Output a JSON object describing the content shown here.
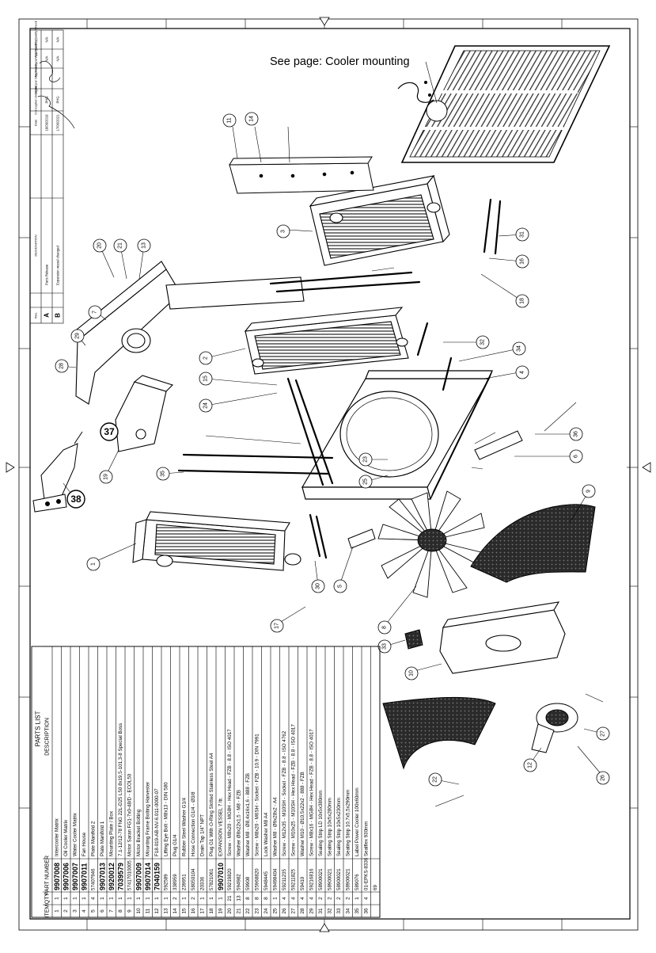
{
  "note_label": "See page: Cooler mounting",
  "colors": {
    "line": "#000000",
    "dark_fill": "#222222",
    "mesh": "#333333",
    "paper": "#ffffff"
  },
  "balloons": [
    "1",
    "2",
    "3",
    "4",
    "5",
    "6",
    "7",
    "8",
    "9",
    "10",
    "11",
    "12",
    "13",
    "14",
    "15",
    "16",
    "17",
    "18",
    "19",
    "20",
    "21",
    "22",
    "23",
    "24",
    "25",
    "26",
    "27",
    "28",
    "29",
    "30",
    "31",
    "32",
    "33",
    "34",
    "35",
    "36",
    "37",
    "38"
  ],
  "revision_block": {
    "headers": [
      "Rev.",
      "DESIGNATION",
      "Date",
      "Conception Designer",
      "Verifié par Checked by",
      "Approuvé par Approved by",
      "Visa Qualité Quality Check"
    ],
    "rows": [
      {
        "rev": "A",
        "designation": "Parts Release",
        "date": "18/09/2019",
        "designer": "PHG",
        "checked": "",
        "approved": "N/A",
        "quality": "N/A"
      },
      {
        "rev": "B",
        "designation": "Expansion vessel changed",
        "date": "17/06/2021",
        "designer": "PHG",
        "checked": "",
        "approved": "N/A",
        "quality": "N/A"
      }
    ]
  },
  "parts_list": {
    "title": "PARTS LIST",
    "headers": [
      "ITEM",
      "QTY",
      "PART NUMBER",
      "DESCRIPTION"
    ],
    "rows": [
      [
        "1",
        "1",
        "9907008",
        "Intercooler Matrix"
      ],
      [
        "2",
        "1",
        "9907006",
        "Oil Cooler Matrix"
      ],
      [
        "3",
        "1",
        "9907007",
        "Water Cooler Matrix"
      ],
      [
        "4",
        "1",
        "9907011",
        "Fan House"
      ],
      [
        "5",
        "4",
        "57407946",
        "Plate Manifold 2"
      ],
      [
        "6",
        "1",
        "9907013",
        "Plate Manifold 1"
      ],
      [
        "7",
        "1",
        "9920012",
        "Mounting Plate / Box"
      ],
      [
        "8",
        "1",
        "7039579",
        "7.1-12/12-78 FNG 22L-D25 L50 8x19,5-101,3-8 Special Boss"
      ],
      [
        "9",
        "1",
        "57417010005",
        "Motor Saran FG1-7x0-48/D - ECOL50"
      ],
      [
        "10",
        "1",
        "9907009",
        "Motor Bracket Bolting"
      ],
      [
        "11",
        "1",
        "9907014",
        "Mounting Frame Bolting Harvester"
      ],
      [
        "12",
        "1",
        "7040159",
        "F18-019-AB-NV-6.011-0000-07"
      ],
      [
        "13",
        "1",
        "592589",
        "Lifting Eye Bolt - M8x13 - DIN 580"
      ],
      [
        "14",
        "2",
        "338959",
        "Plug G1/4"
      ],
      [
        "15",
        "1",
        "239951",
        "Rubber Steel Washer G1/4"
      ],
      [
        "16",
        "2",
        "58050104",
        "Hose Connection G1/4 - Ø3/8"
      ],
      [
        "17",
        "1",
        "20336",
        "Drain Tap 1/4\" NPT"
      ],
      [
        "18",
        "1",
        "57821061",
        "Plug G1 With O-Ring Slotted Stainless Steel A4"
      ],
      [
        "19",
        "1",
        "9907010",
        "EXPANSION VESSEL 7 ltr."
      ],
      [
        "20",
        "21",
        "59219820",
        "Screw - M8x20 - MG8H - Hex Head - FZB - 8.8 - ISO 4017"
      ],
      [
        "21",
        "13",
        "594982",
        "Washer Ø8x22x1,5 - M8 - FZB"
      ],
      [
        "22",
        "8",
        "59908",
        "Washer M8 - Ø8,4x16x1,6 - 888 - FZB"
      ],
      [
        "23",
        "8",
        "55968820",
        "Screw - M8x20 - M6SH - Socket - FZB - 10.9 - DIN 7991"
      ],
      [
        "24",
        "8",
        "5948445",
        "Lock Washer M8 A4"
      ],
      [
        "25",
        "1",
        "59498404",
        "Washer M8 - Ø9x28x2 - A4"
      ],
      [
        "26",
        "4",
        "59211235",
        "Screw - M12x35 - M10SH - Socket - FZB - 8.8 - ISO 4762"
      ],
      [
        "27",
        "4",
        "59211825",
        "Screw - M10x25 - M10SH - Hex Head - FZB - 8.8 - ISO 4017"
      ],
      [
        "28",
        "4",
        "59410",
        "Washer M10 - Ø10,5x22x2 - 888 - FZB"
      ],
      [
        "29",
        "4",
        "59216816",
        "Screw - M8x16 - MG8H - Hex Head - FZB - 8.8 - ISO 4017"
      ],
      [
        "31",
        "2",
        "58900021",
        "Sealing Strip LD 10x5x380mm"
      ],
      [
        "32",
        "2",
        "58900021",
        "Sealing Strip 10x5x280mm"
      ],
      [
        "33",
        "2",
        "58900021",
        "Sealing Strip 10x5x230mm"
      ],
      [
        "34",
        "2",
        "58900021",
        "Sealing Strip 10,7x5,5x290mm"
      ],
      [
        "35",
        "1",
        "589076",
        "Label Power Cooler 100x60mm"
      ],
      [
        "36",
        "4",
        "01-EPKS-8336",
        "Sealflex 930mm"
      ],
      [
        "",
        "",
        "69",
        ""
      ]
    ]
  }
}
